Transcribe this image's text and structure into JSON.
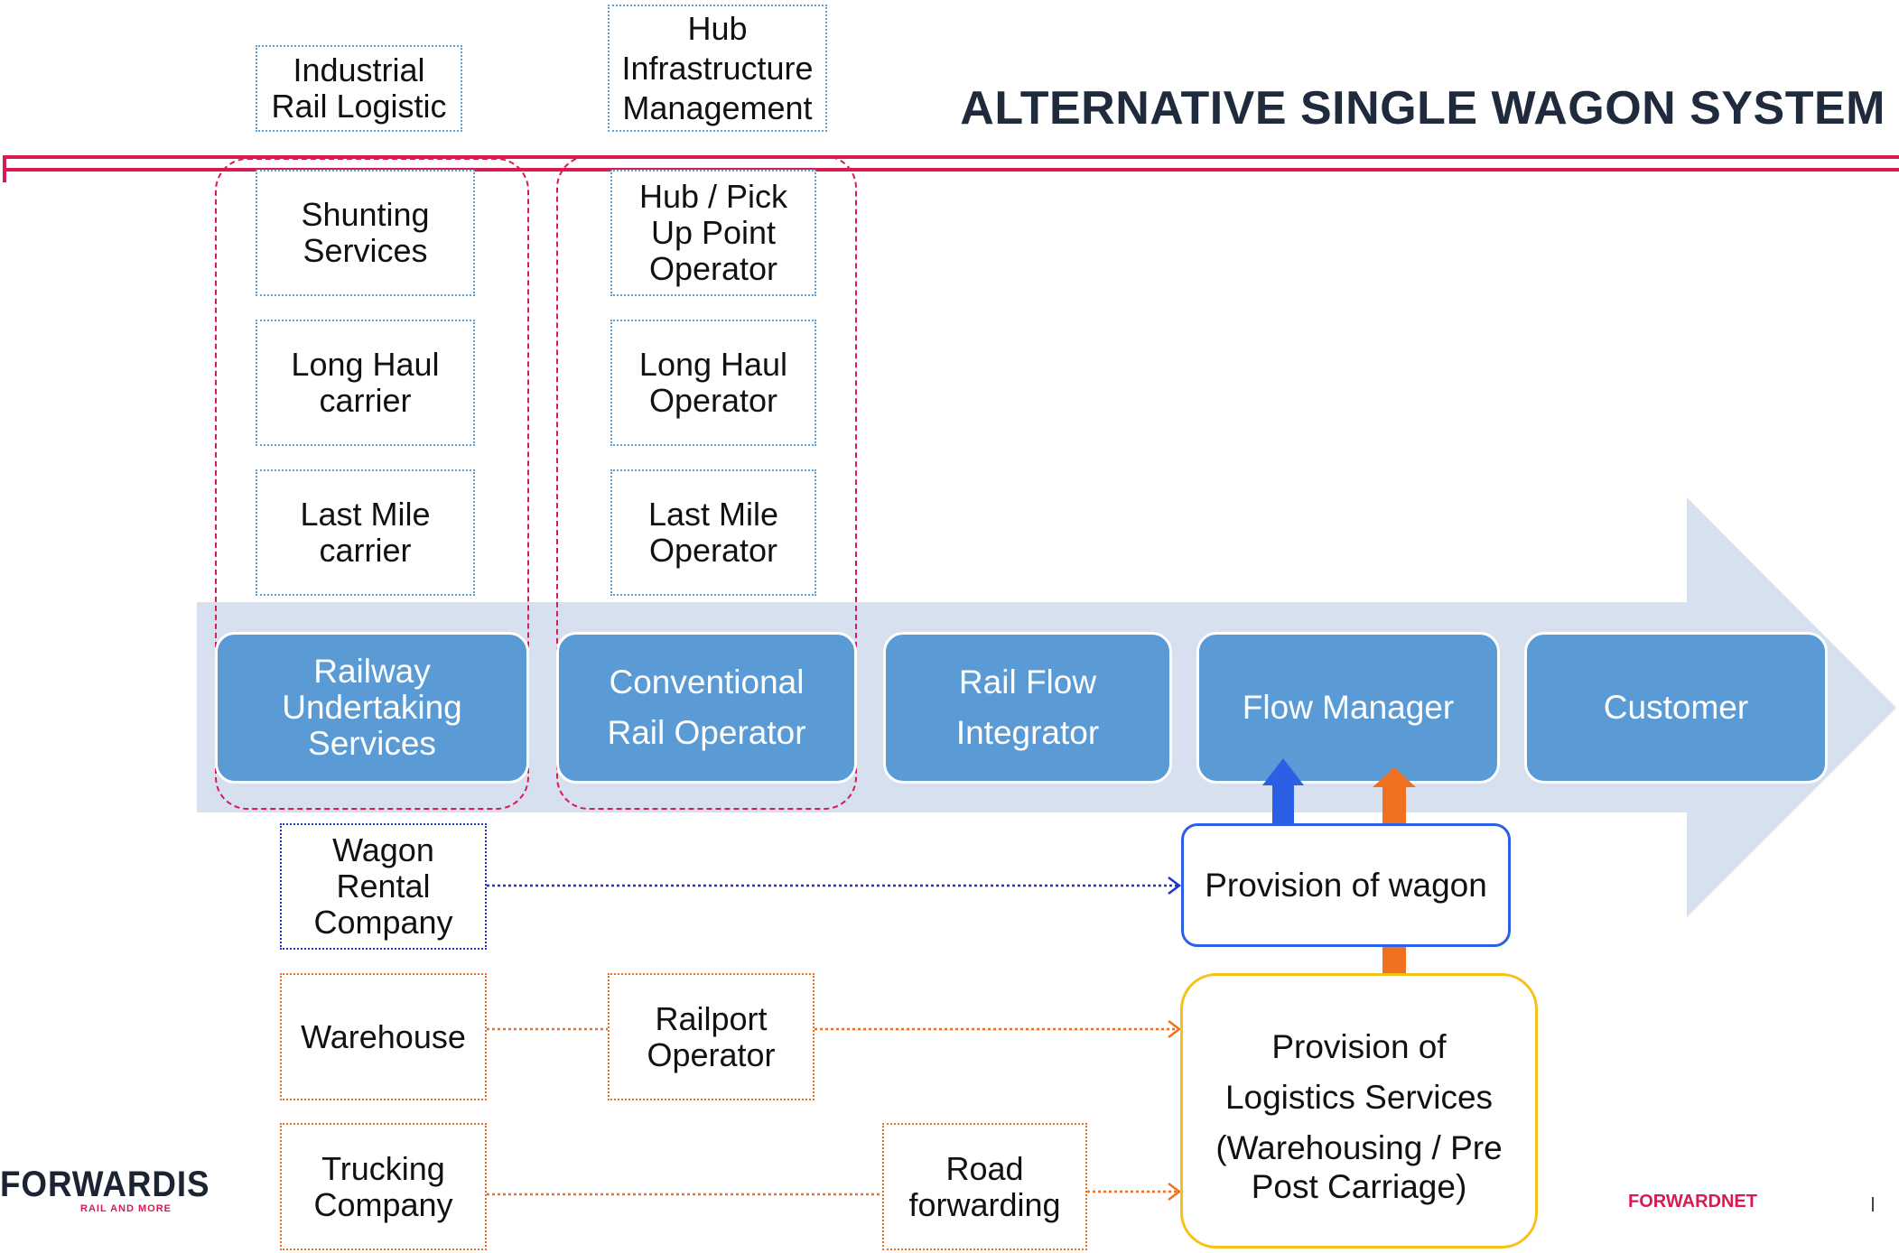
{
  "title": "ALTERNATIVE SINGLE WAGON SYSTEM",
  "colors": {
    "accent_line": "#d81b50",
    "stage_fill": "#5b9bd5",
    "arrow_band": "#d6e0ef",
    "blue_flow": "#2a5fe6",
    "orange_flow": "#f07020",
    "logistics_border": "#f5c21a"
  },
  "header_boxes": {
    "industrial_rail": "Industrial\nRail Logistic",
    "hub_infrastructure": "Hub\nInfrastructure\nManagement"
  },
  "left_group": {
    "shunting": "Shunting\nServices",
    "long_haul": "Long  Haul\ncarrier",
    "last_mile": "Last Mile\ncarrier"
  },
  "mid_group": {
    "hub_pickup": "Hub / Pick\nUp Point\nOperator",
    "long_haul": "Long  Haul\nOperator",
    "last_mile": "Last Mile\nOperator"
  },
  "stages": [
    "Railway\nUndertaking\nServices",
    "Conventional\nRail Operator",
    "Rail Flow\nIntegrator",
    "Flow Manager",
    "Customer"
  ],
  "suppliers": {
    "wagon_rental": "Wagon\nRental\nCompany",
    "warehouse": "Warehouse",
    "railport": "Railport\nOperator",
    "trucking": "Trucking\nCompany",
    "road_forwarding": "Road\nforwarding"
  },
  "provision_wagon": "Provision of wagon",
  "provision_logistics": {
    "line1": "Provision of",
    "line2": "Logistics Services",
    "line3": "(Warehousing / Pre",
    "line4": "Post Carriage)"
  },
  "logo": {
    "main": "FORWARDIS",
    "sub": "RAIL AND MORE"
  },
  "footer_brand": "FORWARDNET"
}
